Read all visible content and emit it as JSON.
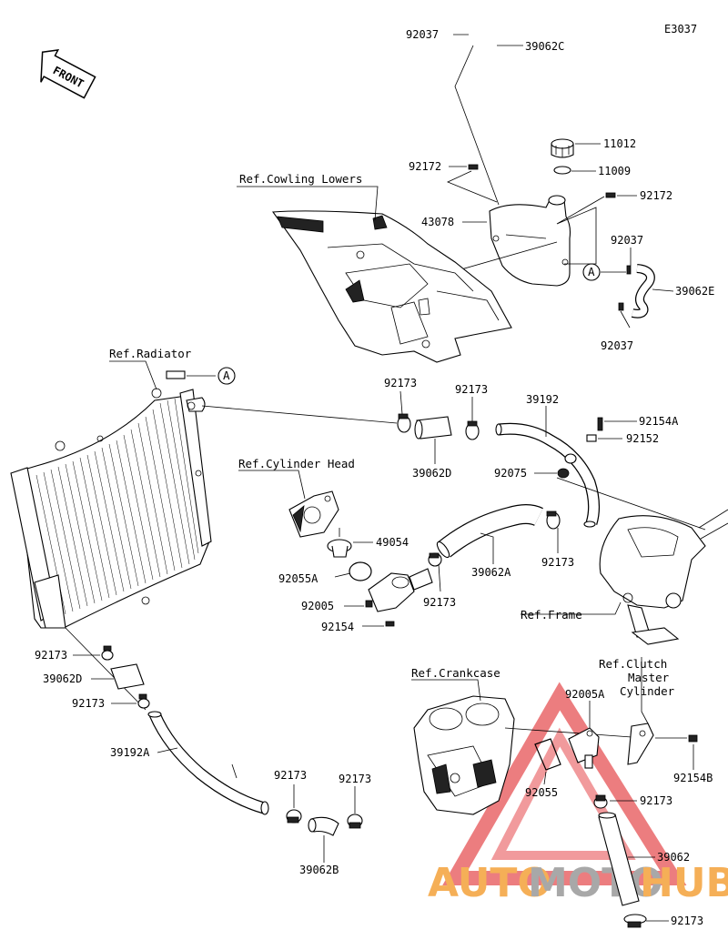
{
  "diagram": {
    "code": "E3037",
    "front_label": "FRONT",
    "callout": "A",
    "references": {
      "cowling": "Ref.Cowling Lowers",
      "radiator": "Ref.Radiator",
      "cylinder_head": "Ref.Cylinder Head",
      "frame": "Ref.Frame",
      "crankcase": "Ref.Crankcase",
      "clutch": [
        "Ref.Clutch",
        "Master",
        "Cylinder"
      ]
    },
    "parts": [
      {
        "id": "92037_top",
        "text": "92037"
      },
      {
        "id": "39062C",
        "text": "39062C"
      },
      {
        "id": "11012",
        "text": "11012"
      },
      {
        "id": "11009",
        "text": "11009"
      },
      {
        "id": "92172_left",
        "text": "92172"
      },
      {
        "id": "92172_right",
        "text": "92172"
      },
      {
        "id": "43078",
        "text": "43078"
      },
      {
        "id": "92037_mid",
        "text": "92037"
      },
      {
        "id": "39062E",
        "text": "39062E"
      },
      {
        "id": "92037_low",
        "text": "92037"
      },
      {
        "id": "92173_a",
        "text": "92173"
      },
      {
        "id": "92173_b",
        "text": "92173"
      },
      {
        "id": "39192",
        "text": "39192"
      },
      {
        "id": "92154A",
        "text": "92154A"
      },
      {
        "id": "92152",
        "text": "92152"
      },
      {
        "id": "39062D_top",
        "text": "39062D"
      },
      {
        "id": "92075",
        "text": "92075"
      },
      {
        "id": "49054",
        "text": "49054"
      },
      {
        "id": "92055A",
        "text": "92055A"
      },
      {
        "id": "92005",
        "text": "92005"
      },
      {
        "id": "92154",
        "text": "92154"
      },
      {
        "id": "92173_c",
        "text": "92173"
      },
      {
        "id": "39062A",
        "text": "39062A"
      },
      {
        "id": "92173_d",
        "text": "92173"
      },
      {
        "id": "92173_e",
        "text": "92173"
      },
      {
        "id": "39062D_low",
        "text": "39062D"
      },
      {
        "id": "92173_f",
        "text": "92173"
      },
      {
        "id": "39192A",
        "text": "39192A"
      },
      {
        "id": "92173_g",
        "text": "92173"
      },
      {
        "id": "92173_h",
        "text": "92173"
      },
      {
        "id": "39062B",
        "text": "39062B"
      },
      {
        "id": "92005A",
        "text": "92005A"
      },
      {
        "id": "92154B",
        "text": "92154B"
      },
      {
        "id": "92055",
        "text": "92055"
      },
      {
        "id": "92173_i",
        "text": "92173"
      },
      {
        "id": "39062",
        "text": "39062"
      },
      {
        "id": "92173_j",
        "text": "92173"
      }
    ]
  },
  "watermark": {
    "text_a": "AUTO",
    "text_b": "MOTO",
    "text_c": "HUB",
    "color_red": "#e0262a",
    "color_orange": "#f4a23a",
    "color_grey": "#9a9a9a"
  }
}
